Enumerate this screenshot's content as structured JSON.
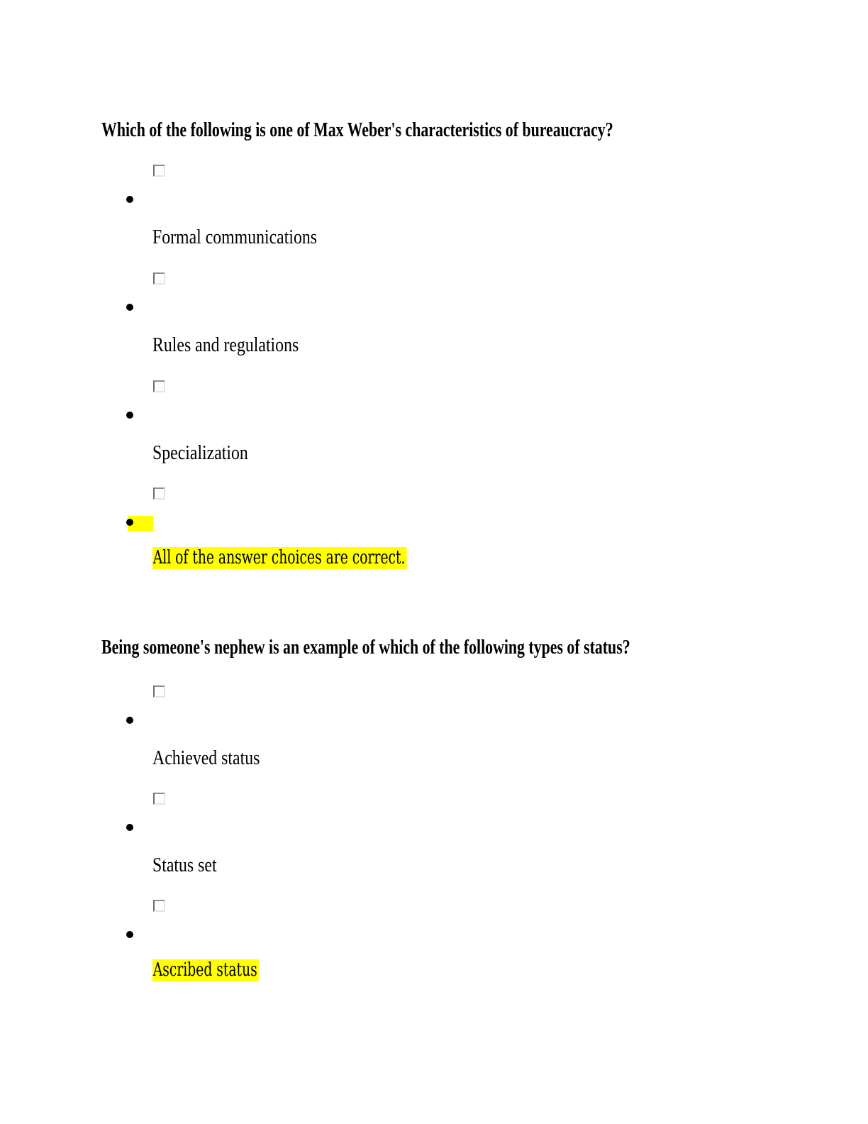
{
  "page": {
    "background": "#ffffff",
    "highlight_color": "#ffff00",
    "text_color": "#000000"
  },
  "questions": [
    {
      "prompt": "Which of the following is one of Max Weber's characteristics of bureaucracy?",
      "options": [
        {
          "label": "Formal communications",
          "checked": false,
          "highlighted": false
        },
        {
          "label": "Rules and regulations",
          "checked": false,
          "highlighted": false
        },
        {
          "label": "Specialization",
          "checked": false,
          "highlighted": false
        },
        {
          "label": "All of the answer choices are correct.",
          "checked": false,
          "highlighted": true,
          "marker_highlighted": true
        }
      ]
    },
    {
      "prompt": "Being someone's nephew is an example of which of the following types of status?",
      "options": [
        {
          "label": "Achieved status",
          "checked": false,
          "highlighted": false
        },
        {
          "label": "Status set",
          "checked": false,
          "highlighted": false
        },
        {
          "label": "Ascribed status",
          "checked": false,
          "highlighted": true,
          "marker_highlighted": false
        }
      ]
    }
  ]
}
